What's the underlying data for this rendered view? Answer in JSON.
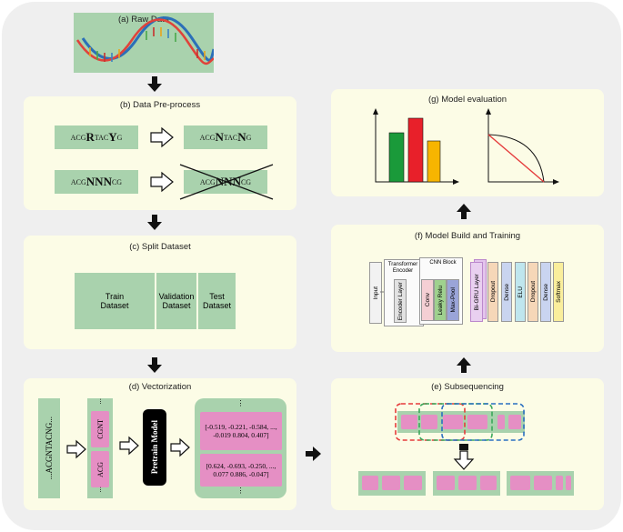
{
  "panels": {
    "a": {
      "title": "(a) Raw Data"
    },
    "b": {
      "title": "(b) Data Pre-process",
      "row1_in": {
        "pre": "ACG",
        "b1": "R",
        "mid": "TAC",
        "b2": "Y",
        "post": "G"
      },
      "row1_out": {
        "pre": "ACG",
        "b1": "N",
        "mid": "TAC",
        "b2": "N",
        "post": "G"
      },
      "row2_in": {
        "pre": "ACG",
        "bold": "NNN",
        "post": "CG"
      },
      "row2_out": {
        "pre": "ACG",
        "bold": "NNN",
        "post": "CG"
      }
    },
    "c": {
      "title": "(c) Split Dataset",
      "train": "Train Dataset",
      "validation": "Validation Dataset",
      "test": "Test Dataset"
    },
    "d": {
      "title": "(d) Vectorization",
      "sequence": "...ACGNTACNG...",
      "token1": "CGNT",
      "token2": "ACG",
      "dots_top": "...",
      "dots_bottom": "...",
      "model": "Pretrain Model",
      "vec1": "[-0.519, -0.221, -0.584, ..., -0.019 0.804, 0.407]",
      "vec2": "[0.624, -0.693, -0.250, ..., 0.077 0.886, -0.047]",
      "vdots_top": "⋮",
      "vdots_bottom": "⋮"
    },
    "e": {
      "title": "(e) Subsequencing"
    },
    "f": {
      "title": "(f) Model Build and Training",
      "input": "Input",
      "transformer": "Transformer Encoder",
      "encoder_layer": "Encoder Layer",
      "cnn": "CNN Block",
      "conv": "Conv",
      "leaky": "Leaky Relu",
      "maxpool": "Max-Pool",
      "bigru": "Bi-GRU Layer",
      "dropout1": "Dropout",
      "dense1": "Dense",
      "elu": "ELU",
      "dropout2": "Dropout",
      "dense2": "Dense",
      "softmax": "Softmax"
    },
    "g": {
      "title": "(g) Model evaluation"
    }
  },
  "colors": {
    "panel": "#fcfce6",
    "green_box": "#a9d2ad",
    "pink": "#e58fc4",
    "bar_green": "#1a9a3a",
    "bar_red": "#e8202a",
    "bar_yellow": "#f7b500",
    "frame_red": "#e53b3b",
    "frame_green": "#3aa85a",
    "frame_blue": "#2a6fc0"
  }
}
